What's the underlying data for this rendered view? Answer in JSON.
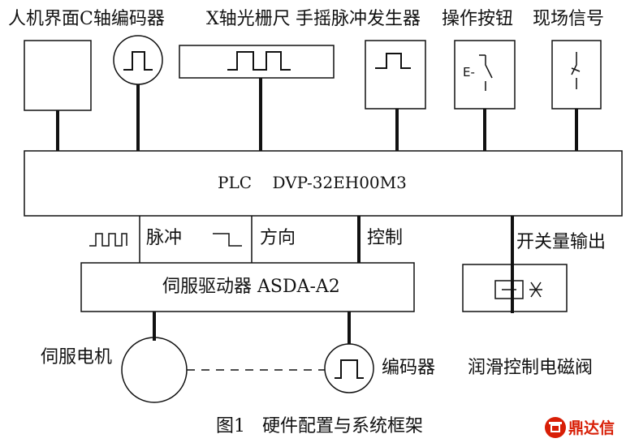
{
  "top_labels": {
    "hmi": "人机界面",
    "c_encoder": "C轴编码器",
    "x_scale": "X轴光栅尺",
    "handwheel": "手摇脉冲发生器",
    "buttons": "操作按钮",
    "field_signal": "现场信号"
  },
  "plc_label": "PLC    DVP-32EH00M3",
  "bus_labels": {
    "pulse": "脉冲",
    "direction": "方向",
    "control": "控制",
    "switch_output": "开关量输出"
  },
  "servo_drive_label": "伺服驱动器 ASDA-A2",
  "bottom_labels": {
    "servo_motor": "伺服电机",
    "encoder": "编码器",
    "solenoid_valve": "润滑控制电磁阀"
  },
  "switch_symbol_text": "E-",
  "caption": "图1   硬件配置与系统框架",
  "watermark": "鼎达信"
}
